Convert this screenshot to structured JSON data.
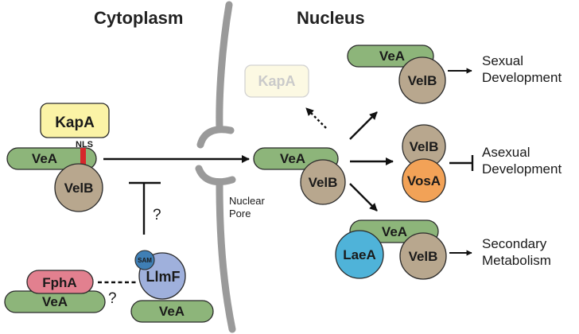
{
  "regions": {
    "cytoplasm": "Cytoplasm",
    "nucleus": "Nucleus"
  },
  "proteins": {
    "veA": "VeA",
    "velB": "VelB",
    "kapA": "KapA",
    "vosA": "VosA",
    "laeA": "LaeA",
    "llmF": "LlmF",
    "fphA": "FphA",
    "sam": "SAM"
  },
  "labels": {
    "nls": "NLS",
    "nuclear_pore_line1": "Nuclear",
    "nuclear_pore_line2": "Pore",
    "question_mark": "?"
  },
  "outcomes": {
    "sexual_line1": "Sexual",
    "sexual_line2": "Development",
    "asexual_line1": "Asexual",
    "asexual_line2": "Development",
    "secondary_line1": "Secondary",
    "secondary_line2": "Metabolism"
  },
  "colors": {
    "veA": "#8db57a",
    "velB": "#b8a78e",
    "kapA": "#fbf3a6",
    "kapA_faded": "#fbf6d2",
    "vosA": "#f2a257",
    "laeA": "#4fb3d9",
    "llmF": "#9fb0dc",
    "fphA": "#e2808f",
    "sam": "#3f7fb5",
    "nls": "#d6282c",
    "membrane": "#9a9a9a"
  }
}
